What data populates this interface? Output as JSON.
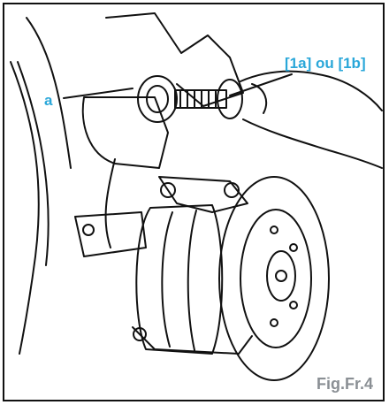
{
  "figure": {
    "tool_label": "[1a] ou [1b]",
    "part_label": "a",
    "caption": "Fig.Fr.4"
  },
  "colors": {
    "callout": "#2aa7d9",
    "caption": "#8a8f94",
    "line": "#111111",
    "background": "#ffffff"
  }
}
